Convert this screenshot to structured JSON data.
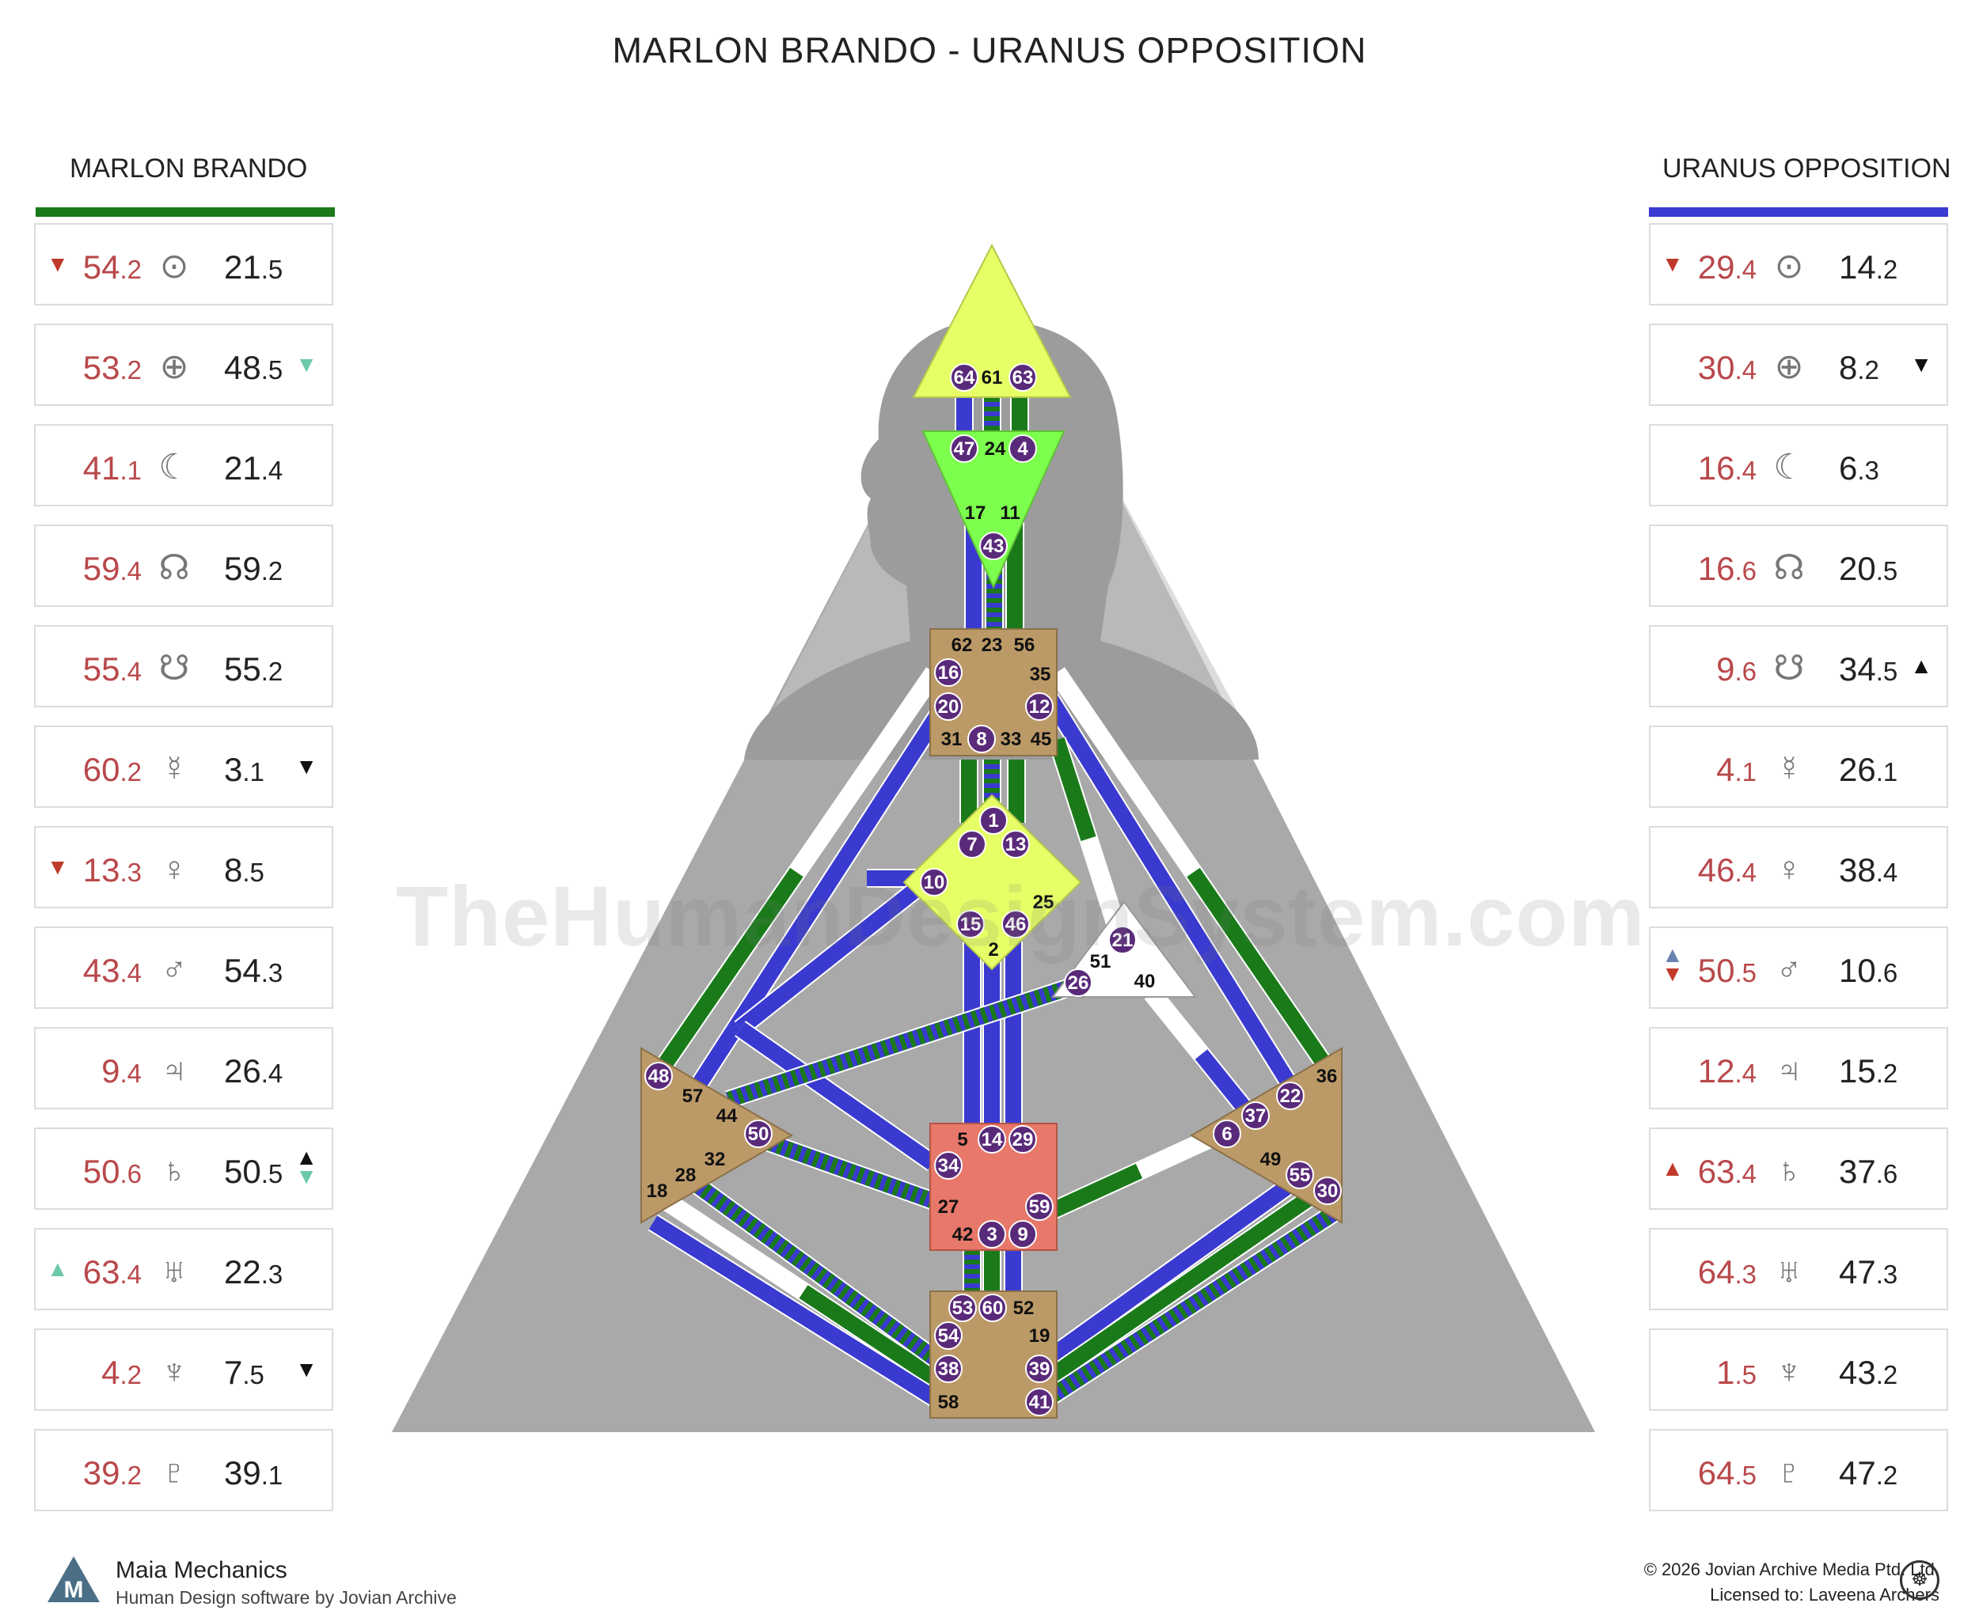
{
  "title": "MARLON BRANDO - URANUS OPPOSITION",
  "left_column": {
    "heading": "MARLON BRANDO",
    "color": "#1a7a1a",
    "rows": [
      {
        "planet": "sun-icon",
        "glyph": "⊙",
        "a": "54",
        "as": ".2",
        "b": "21",
        "bs": ".5",
        "arrow_left": "▼",
        "arrow_left_color": "#c0392b",
        "arrow_right": ""
      },
      {
        "planet": "earth-icon",
        "glyph": "⊕",
        "a": "53",
        "as": ".2",
        "b": "48",
        "bs": ".5",
        "arrow_left": "",
        "arrow_right": "▼",
        "arrow_right_color": "#6cc9a8"
      },
      {
        "planet": "moon-icon",
        "glyph": "☾",
        "a": "41",
        "as": ".1",
        "b": "21",
        "bs": ".4",
        "arrow_left": "",
        "arrow_right": ""
      },
      {
        "planet": "north-node-icon",
        "glyph": "☊",
        "a": "59",
        "as": ".4",
        "b": "59",
        "bs": ".2",
        "arrow_left": "",
        "arrow_right": ""
      },
      {
        "planet": "south-node-icon",
        "glyph": "☋",
        "a": "55",
        "as": ".4",
        "b": "55",
        "bs": ".2",
        "arrow_left": "",
        "arrow_right": ""
      },
      {
        "planet": "mercury-icon",
        "glyph": "☿",
        "a": "60",
        "as": ".2",
        "b": "3",
        "bs": ".1",
        "arrow_left": "",
        "arrow_right": "▼",
        "arrow_right_color": "#111"
      },
      {
        "planet": "venus-icon",
        "glyph": "♀",
        "a": "13",
        "as": ".3",
        "b": "8",
        "bs": ".5",
        "arrow_left": "▼",
        "arrow_left_color": "#c0392b",
        "arrow_right": ""
      },
      {
        "planet": "mars-icon",
        "glyph": "♂",
        "a": "43",
        "as": ".4",
        "b": "54",
        "bs": ".3",
        "arrow_left": "",
        "arrow_right": ""
      },
      {
        "planet": "jupiter-icon",
        "glyph": "♃",
        "a": "9",
        "as": ".4",
        "b": "26",
        "bs": ".4",
        "arrow_left": "",
        "arrow_right": ""
      },
      {
        "planet": "saturn-icon",
        "glyph": "♄",
        "a": "50",
        "as": ".6",
        "b": "50",
        "bs": ".5",
        "arrow_left": "",
        "arrow_right": "▲",
        "arrow_right_color": "#111",
        "arrow_right2": "▼",
        "arrow_right2_color": "#6cc9a8"
      },
      {
        "planet": "uranus-icon",
        "glyph": "♅",
        "a": "63",
        "as": ".4",
        "b": "22",
        "bs": ".3",
        "arrow_left": "▲",
        "arrow_left_color": "#6cc9a8",
        "arrow_right": ""
      },
      {
        "planet": "neptune-icon",
        "glyph": "♆",
        "a": "4",
        "as": ".2",
        "b": "7",
        "bs": ".5",
        "arrow_left": "",
        "arrow_right": "▼",
        "arrow_right_color": "#111"
      },
      {
        "planet": "pluto-icon",
        "glyph": "♇",
        "a": "39",
        "as": ".2",
        "b": "39",
        "bs": ".1",
        "arrow_left": "",
        "arrow_right": ""
      }
    ]
  },
  "right_column": {
    "heading": "URANUS OPPOSITION",
    "color": "#3a3ad0",
    "rows": [
      {
        "planet": "sun-icon",
        "glyph": "⊙",
        "a": "29",
        "as": ".4",
        "b": "14",
        "bs": ".2",
        "arrow_left": "▼",
        "arrow_left_color": "#c0392b",
        "arrow_right": ""
      },
      {
        "planet": "earth-icon",
        "glyph": "⊕",
        "a": "30",
        "as": ".4",
        "b": "8",
        "bs": ".2",
        "arrow_left": "",
        "arrow_right": "▼",
        "arrow_right_color": "#111"
      },
      {
        "planet": "moon-icon",
        "glyph": "☾",
        "a": "16",
        "as": ".4",
        "b": "6",
        "bs": ".3",
        "arrow_left": "",
        "arrow_right": ""
      },
      {
        "planet": "north-node-icon",
        "glyph": "☊",
        "a": "16",
        "as": ".6",
        "b": "20",
        "bs": ".5",
        "arrow_left": "",
        "arrow_right": ""
      },
      {
        "planet": "south-node-icon",
        "glyph": "☋",
        "a": "9",
        "as": ".6",
        "b": "34",
        "bs": ".5",
        "arrow_left": "",
        "arrow_right": "▲",
        "arrow_right_color": "#111"
      },
      {
        "planet": "mercury-icon",
        "glyph": "☿",
        "a": "4",
        "as": ".1",
        "b": "26",
        "bs": ".1",
        "arrow_left": "",
        "arrow_right": ""
      },
      {
        "planet": "venus-icon",
        "glyph": "♀",
        "a": "46",
        "as": ".4",
        "b": "38",
        "bs": ".4",
        "arrow_left": "",
        "arrow_right": ""
      },
      {
        "planet": "mars-icon",
        "glyph": "♂",
        "a": "50",
        "as": ".5",
        "b": "10",
        "bs": ".6",
        "arrow_left": "▲",
        "arrow_left_color": "#6b82b0",
        "arrow_left2": "▼",
        "arrow_left2_color": "#c0392b",
        "arrow_right": ""
      },
      {
        "planet": "jupiter-icon",
        "glyph": "♃",
        "a": "12",
        "as": ".4",
        "b": "15",
        "bs": ".2",
        "arrow_left": "",
        "arrow_right": ""
      },
      {
        "planet": "saturn-icon",
        "glyph": "♄",
        "a": "63",
        "as": ".4",
        "b": "37",
        "bs": ".6",
        "arrow_left": "▲",
        "arrow_left_color": "#c0392b",
        "arrow_right": ""
      },
      {
        "planet": "uranus-icon",
        "glyph": "♅",
        "a": "64",
        "as": ".3",
        "b": "47",
        "bs": ".3",
        "arrow_left": "",
        "arrow_right": ""
      },
      {
        "planet": "neptune-icon",
        "glyph": "♆",
        "a": "1",
        "as": ".5",
        "b": "43",
        "bs": ".2",
        "arrow_left": "",
        "arrow_right": ""
      },
      {
        "planet": "pluto-icon",
        "glyph": "♇",
        "a": "64",
        "as": ".5",
        "b": "47",
        "bs": ".2",
        "arrow_left": "",
        "arrow_right": ""
      }
    ]
  },
  "bodygraph": {
    "colors": {
      "head": "#e6ff66",
      "ajna": "#7dff4d",
      "centre": "#bc9a68",
      "g": "#e6ff66",
      "sacral": "#e8786a",
      "root": "#bc9a68",
      "spleen": "#bc9a68",
      "solar": "#bc9a68",
      "ego": "#ffffff",
      "design": "#1a7a1a",
      "personality": "#3a3ad0",
      "gate_circle": "#5a2a7a"
    },
    "head_gates": [
      {
        "n": "64",
        "c": true
      },
      {
        "n": "61",
        "c": false
      },
      {
        "n": "63",
        "c": true
      }
    ],
    "ajna_gates": [
      {
        "n": "47",
        "c": true
      },
      {
        "n": "24",
        "c": false
      },
      {
        "n": "4",
        "c": true
      },
      {
        "n": "17",
        "c": false
      },
      {
        "n": "11",
        "c": false
      },
      {
        "n": "43",
        "c": true
      }
    ],
    "throat_gates": [
      {
        "n": "62",
        "c": false
      },
      {
        "n": "23",
        "c": false
      },
      {
        "n": "56",
        "c": false
      },
      {
        "n": "16",
        "c": true
      },
      {
        "n": "35",
        "c": false
      },
      {
        "n": "20",
        "c": true
      },
      {
        "n": "12",
        "c": true
      },
      {
        "n": "31",
        "c": false
      },
      {
        "n": "8",
        "c": true
      },
      {
        "n": "33",
        "c": false
      },
      {
        "n": "45",
        "c": false
      }
    ],
    "g_gates": [
      {
        "n": "1",
        "c": true
      },
      {
        "n": "7",
        "c": true
      },
      {
        "n": "13",
        "c": true
      },
      {
        "n": "10",
        "c": true
      },
      {
        "n": "25",
        "c": false
      },
      {
        "n": "15",
        "c": true
      },
      {
        "n": "46",
        "c": true
      },
      {
        "n": "2",
        "c": false
      }
    ],
    "ego_gates": [
      {
        "n": "21",
        "c": true
      },
      {
        "n": "51",
        "c": false
      },
      {
        "n": "26",
        "c": true
      },
      {
        "n": "40",
        "c": false
      }
    ],
    "spleen_gates": [
      {
        "n": "48",
        "c": true
      },
      {
        "n": "57",
        "c": false
      },
      {
        "n": "44",
        "c": false
      },
      {
        "n": "50",
        "c": true
      },
      {
        "n": "32",
        "c": false
      },
      {
        "n": "28",
        "c": false
      },
      {
        "n": "18",
        "c": false
      }
    ],
    "solar_gates": [
      {
        "n": "36",
        "c": false
      },
      {
        "n": "22",
        "c": true
      },
      {
        "n": "37",
        "c": true
      },
      {
        "n": "6",
        "c": true
      },
      {
        "n": "49",
        "c": false
      },
      {
        "n": "55",
        "c": true
      },
      {
        "n": "30",
        "c": true
      }
    ],
    "sacral_gates": [
      {
        "n": "5",
        "c": false
      },
      {
        "n": "14",
        "c": true
      },
      {
        "n": "29",
        "c": true
      },
      {
        "n": "34",
        "c": true
      },
      {
        "n": "27",
        "c": false
      },
      {
        "n": "59",
        "c": true
      },
      {
        "n": "42",
        "c": false
      },
      {
        "n": "3",
        "c": true
      },
      {
        "n": "9",
        "c": true
      }
    ],
    "root_gates": [
      {
        "n": "53",
        "c": true
      },
      {
        "n": "60",
        "c": true
      },
      {
        "n": "52",
        "c": false
      },
      {
        "n": "54",
        "c": true
      },
      {
        "n": "19",
        "c": false
      },
      {
        "n": "38",
        "c": true
      },
      {
        "n": "39",
        "c": true
      },
      {
        "n": "58",
        "c": false
      },
      {
        "n": "41",
        "c": true
      }
    ]
  },
  "watermark": "TheHumanDesignSystem.com",
  "footer": {
    "brand_name": "Maia Mechanics",
    "brand_sub": "Human Design software by Jovian Archive",
    "copyright": "© 2026 Jovian Archive Media Ptd. Ltd.",
    "licensed": "Licensed to: Laveena Archers"
  }
}
